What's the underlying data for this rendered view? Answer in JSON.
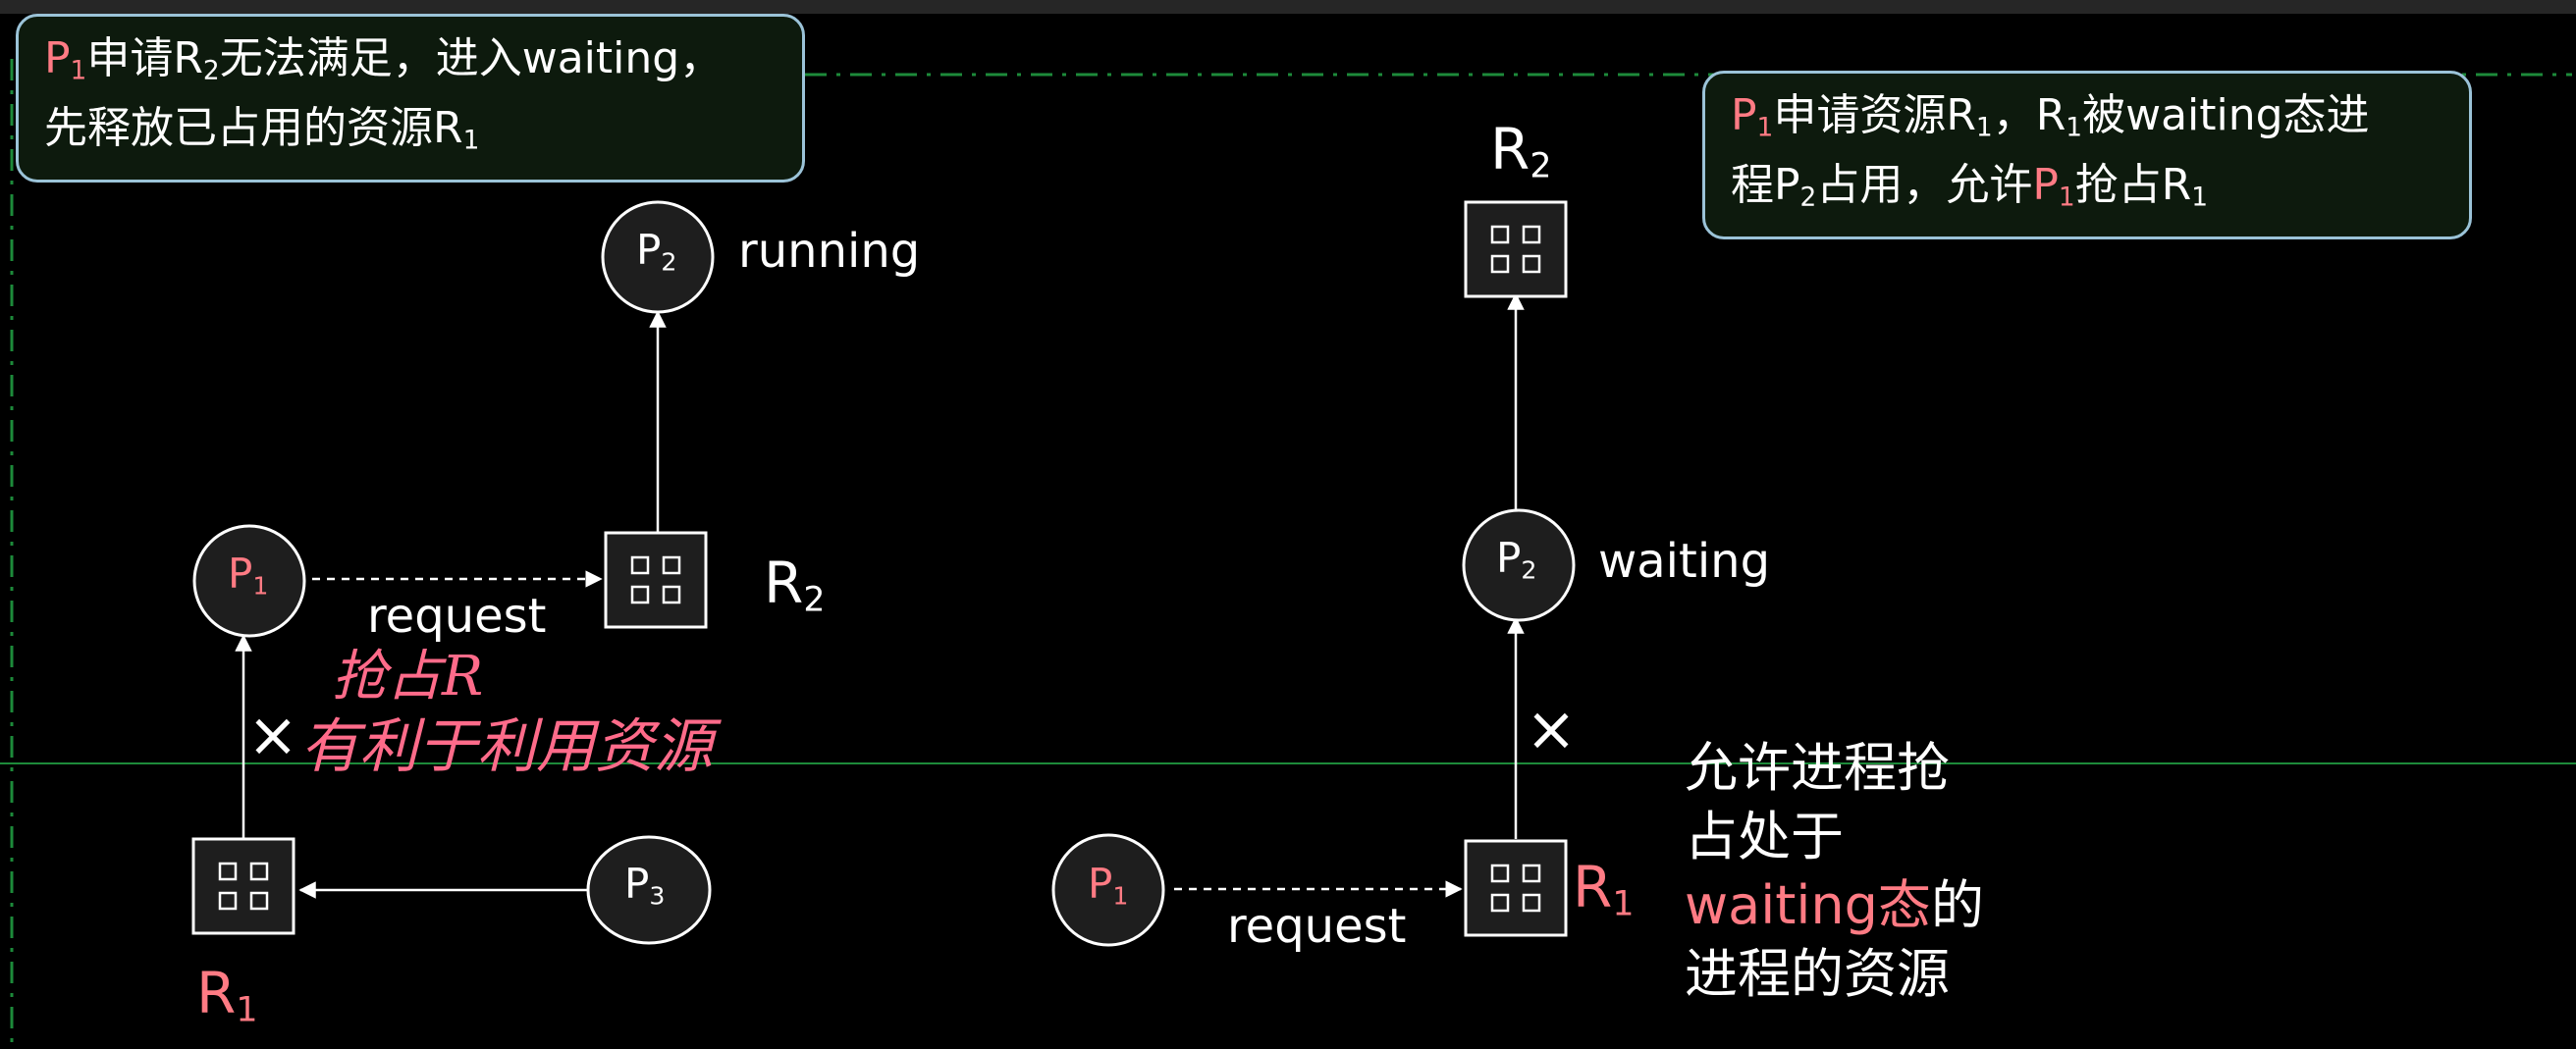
{
  "left_box": {
    "line1": {
      "p": "P",
      "p_sub": "1",
      "a": "申请R",
      "a_sub": "2",
      "b": "无法满足，进入waiting，"
    },
    "line2": {
      "text": "先释放已占用的资源R",
      "sub": "1"
    }
  },
  "right_box": {
    "line1": {
      "p": "P",
      "p_sub": "1",
      "a": "申请资源R",
      "a_sub": "1",
      "b": "，R",
      "b_sub": "1",
      "c": "被waiting态进"
    },
    "line2": {
      "a": "程P",
      "a_sub": "2",
      "b": "占用，允许",
      "p": "P",
      "p_sub": "1",
      "c": "抢占R",
      "c_sub": "1"
    }
  },
  "left_diagram": {
    "p2": {
      "label": "P",
      "sub": "2",
      "state": "running"
    },
    "p1": {
      "label": "P",
      "sub": "1"
    },
    "p3": {
      "label": "P",
      "sub": "3"
    },
    "r2": {
      "label": "R",
      "sub": "2"
    },
    "r1": {
      "label": "R",
      "sub": "1"
    },
    "request": "request",
    "cross": "×",
    "handwriting": {
      "line1": "抢占R",
      "line2": "有利于利用资源"
    }
  },
  "right_diagram": {
    "r2": {
      "label": "R",
      "sub": "2"
    },
    "p2": {
      "label": "P",
      "sub": "2",
      "state": "waiting"
    },
    "p1": {
      "label": "P",
      "sub": "1"
    },
    "r1": {
      "label": "R",
      "sub": "1"
    },
    "request": "request",
    "cross": "×"
  },
  "note": {
    "line1": "允许进程抢",
    "line2": "占处于",
    "line3_red": "waiting态",
    "line3_rest": "的",
    "line4": "进程的资源"
  },
  "colors": {
    "accent_red": "#ff7b84",
    "hand_pink": "#ff6b8a",
    "green_line": "#1d8a3a",
    "box_border": "#9bc3d8"
  }
}
